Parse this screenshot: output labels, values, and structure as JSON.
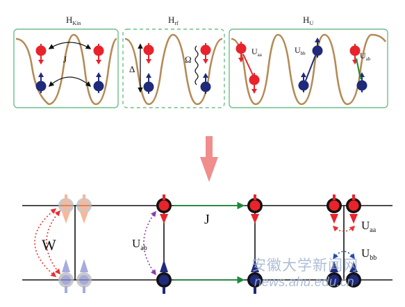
{
  "top_panels": {
    "kin": {
      "title_main": "H",
      "title_sub": "Kin",
      "hop_label": "J"
    },
    "rf": {
      "title_main": "H",
      "title_sub": "rf",
      "delta_label": "Δ",
      "omega_label": "Ω"
    },
    "u": {
      "title_main": "H",
      "title_sub": "U",
      "uaa_main": "U",
      "uaa_sub": "aa",
      "ubb_main": "U",
      "ubb_sub": "bb",
      "uab_main": "U",
      "uab_sub": "ab"
    }
  },
  "bottom": {
    "w_label": "W",
    "j_label": "J",
    "uab_main": "U",
    "uab_sub": "ab",
    "uaa_main": "U",
    "uaa_sub": "aa",
    "ubb_main": "U",
    "ubb_sub": "bb"
  },
  "watermark": {
    "line1": "安徽大学新闻网",
    "line2": "news.ahu.edu.cn"
  },
  "colors": {
    "spin_up_red": "#e8232b",
    "spin_down_blue": "#1f2a7a",
    "lattice_wave": "#b58a55",
    "panel_border": "#6dbf8a",
    "arrow_pink": "#f08d8d",
    "hop_green": "#1c8a3a",
    "w_red_dotted": "#e83030",
    "uab_purple_dotted": "#8a3ab0",
    "ubb_blue_dotted": "#2a4ab0"
  }
}
